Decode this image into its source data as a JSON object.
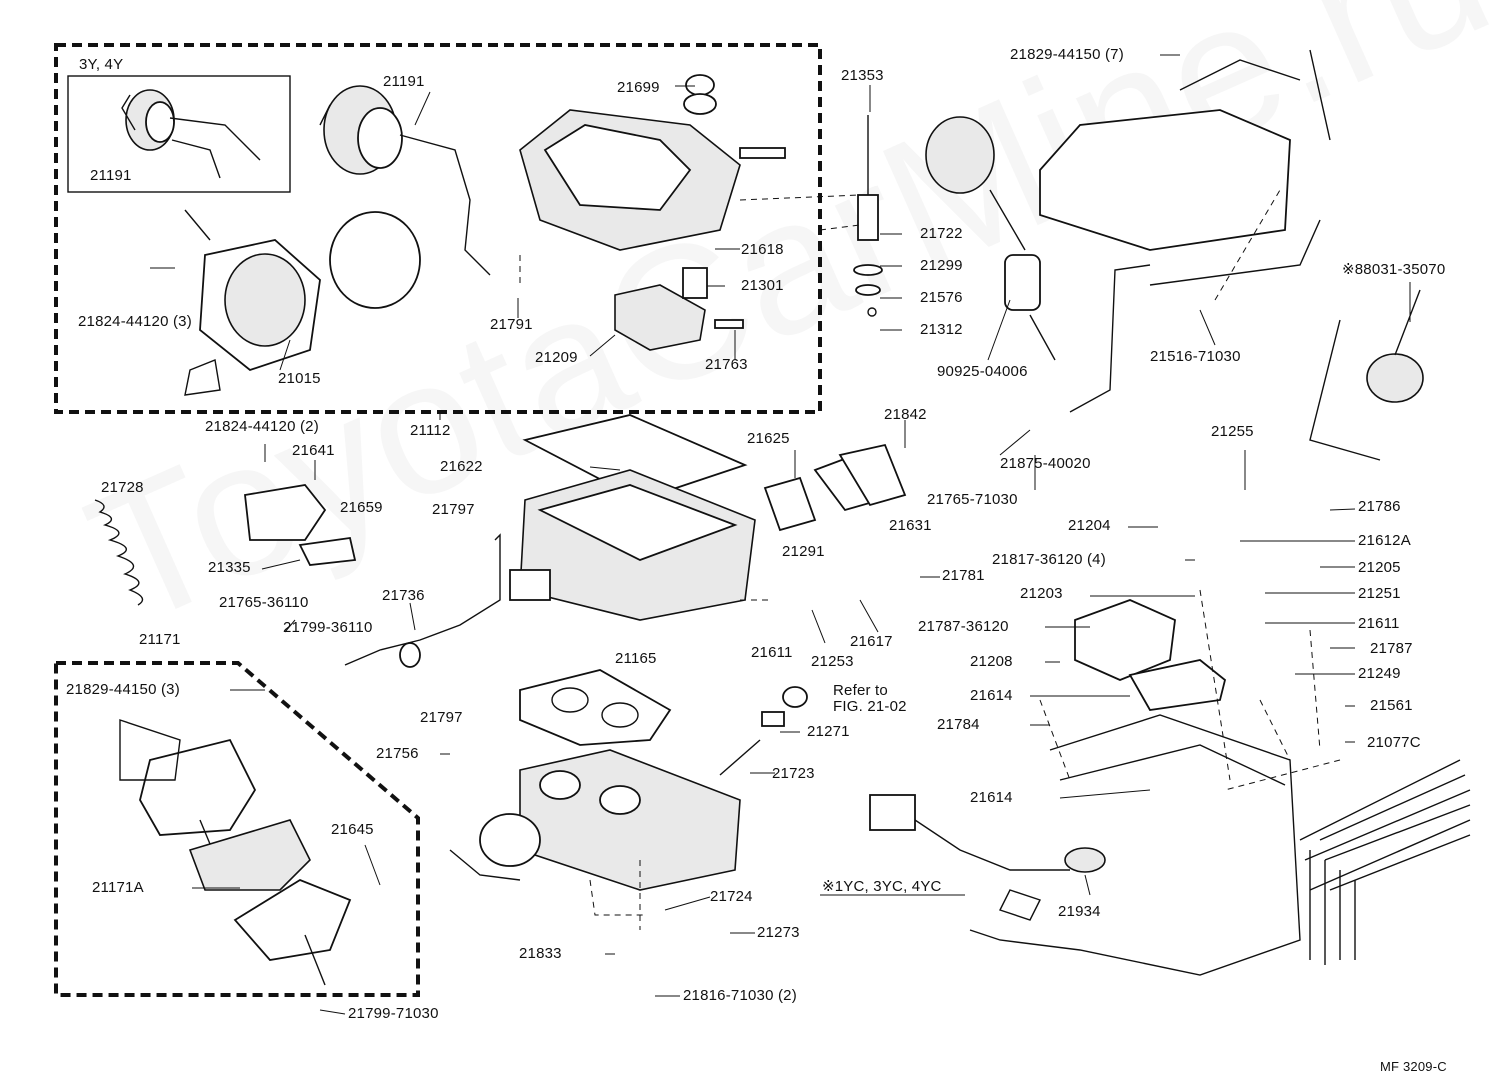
{
  "diagram": {
    "code": "MF 3209-C",
    "watermark": "ToyotaCarMine.ru",
    "inset": {
      "title": "3Y, 4Y",
      "part": "21191"
    },
    "note_1yc": "※1YC, 3YC, 4YC",
    "refer_line1": "Refer to",
    "refer_line2": "FIG. 21-02",
    "parts": [
      "21191",
      "21699",
      "21353",
      "21829-44150 (7)",
      "21618",
      "21722",
      "21299",
      "21301",
      "21576",
      "21312",
      "21824-44120 (3)",
      "21015",
      "21791",
      "21209",
      "21763",
      "90925-04006",
      "21516-71030",
      "※88031-35070",
      "21112",
      "21824-44120 (2)",
      "21641",
      "21622",
      "21625",
      "21842",
      "21728",
      "21659",
      "21797",
      "21631",
      "21875-40020",
      "21765-71030",
      "21335",
      "21291",
      "21255",
      "21204",
      "21786",
      "21817-36120 (4)",
      "21612A",
      "21781",
      "21205",
      "21203",
      "21251",
      "21765-36110",
      "21736",
      "21611",
      "21617",
      "21611",
      "21799-36110",
      "21253",
      "21787-36120",
      "21171",
      "21165",
      "21787",
      "21208",
      "21249",
      "21829-44150 (3)",
      "21797",
      "21614",
      "21784",
      "21561",
      "21271",
      "21077C",
      "21756",
      "21723",
      "21614",
      "21645",
      "21171A",
      "21724",
      "21934",
      "21273",
      "21833",
      "21816-71030 (2)",
      "21799-71030"
    ]
  }
}
